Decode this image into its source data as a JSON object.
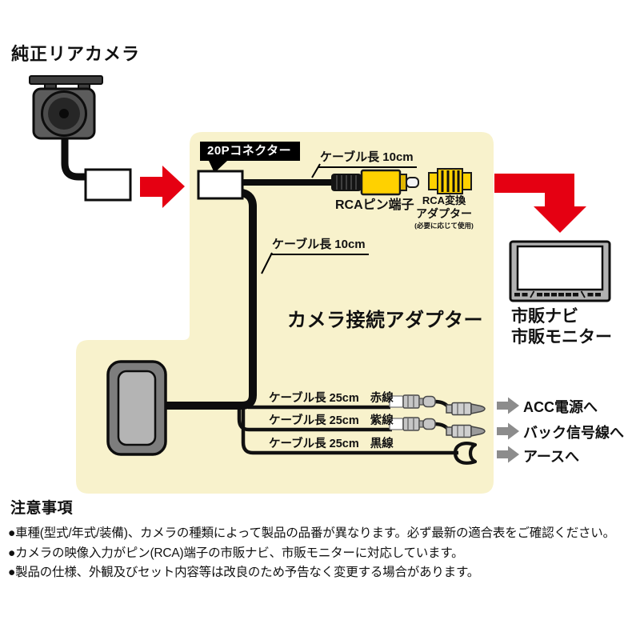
{
  "title": "純正リアカメラ",
  "colors": {
    "panel": "#F8F2CC",
    "red": "#E50012",
    "yellow": "#FFD100",
    "gray_arrow": "#8C8C8C"
  },
  "diagram": {
    "connector_label": "20Pコネクター",
    "cable10_top": "ケーブル長 10cm",
    "cable10_mid": "ケーブル長 10cm",
    "rca_pin_label": "RCAピン端子",
    "rca_adapter_line1": "RCA変換",
    "rca_adapter_line2": "アダプター",
    "rca_adapter_note": "(必要に応じて使用)",
    "adapter_title": "カメラ接続アダプター",
    "monitor_line1": "市販ナビ",
    "monitor_line2": "市販モニター",
    "wires": [
      {
        "length": "ケーブル長 25cm",
        "color_name": "赤線",
        "dest": "ACC電源へ"
      },
      {
        "length": "ケーブル長 25cm",
        "color_name": "紫線",
        "dest": "バック信号線へ"
      },
      {
        "length": "ケーブル長 25cm",
        "color_name": "黒線",
        "dest": "アースへ"
      }
    ]
  },
  "notes": {
    "heading": "注意事項",
    "items": [
      "●車種(型式/年式/装備)、カメラの種類によって製品の品番が異なります。必ず最新の適合表をご確認ください。",
      "●カメラの映像入力がピン(RCA)端子の市販ナビ、市販モニターに対応しています。",
      "●製品の仕様、外観及びセット内容等は改良のため予告なく変更する場合があります。"
    ]
  }
}
